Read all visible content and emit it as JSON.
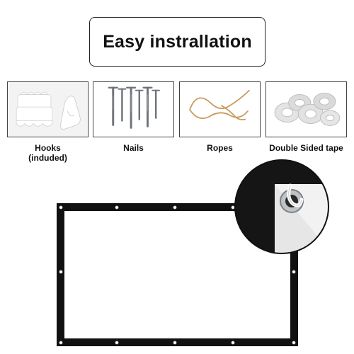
{
  "title": "Easy instrallation",
  "items": [
    {
      "label_line1": "Hooks",
      "label_line2": "(induded)",
      "icon": "adhesive-hooks-icon"
    },
    {
      "label_line1": "Nails",
      "label_line2": "",
      "icon": "nails-icon"
    },
    {
      "label_line1": "Ropes",
      "label_line2": "",
      "icon": "rope-icon"
    },
    {
      "label_line1": "Double Sided tape",
      "label_line2": "",
      "icon": "tape-rolls-icon"
    }
  ],
  "colors": {
    "frame_black": "#111111",
    "rope_tan": "#c79a5c",
    "tape_grey": "#d8d8d8",
    "nail_steel": "#8a8f96"
  }
}
